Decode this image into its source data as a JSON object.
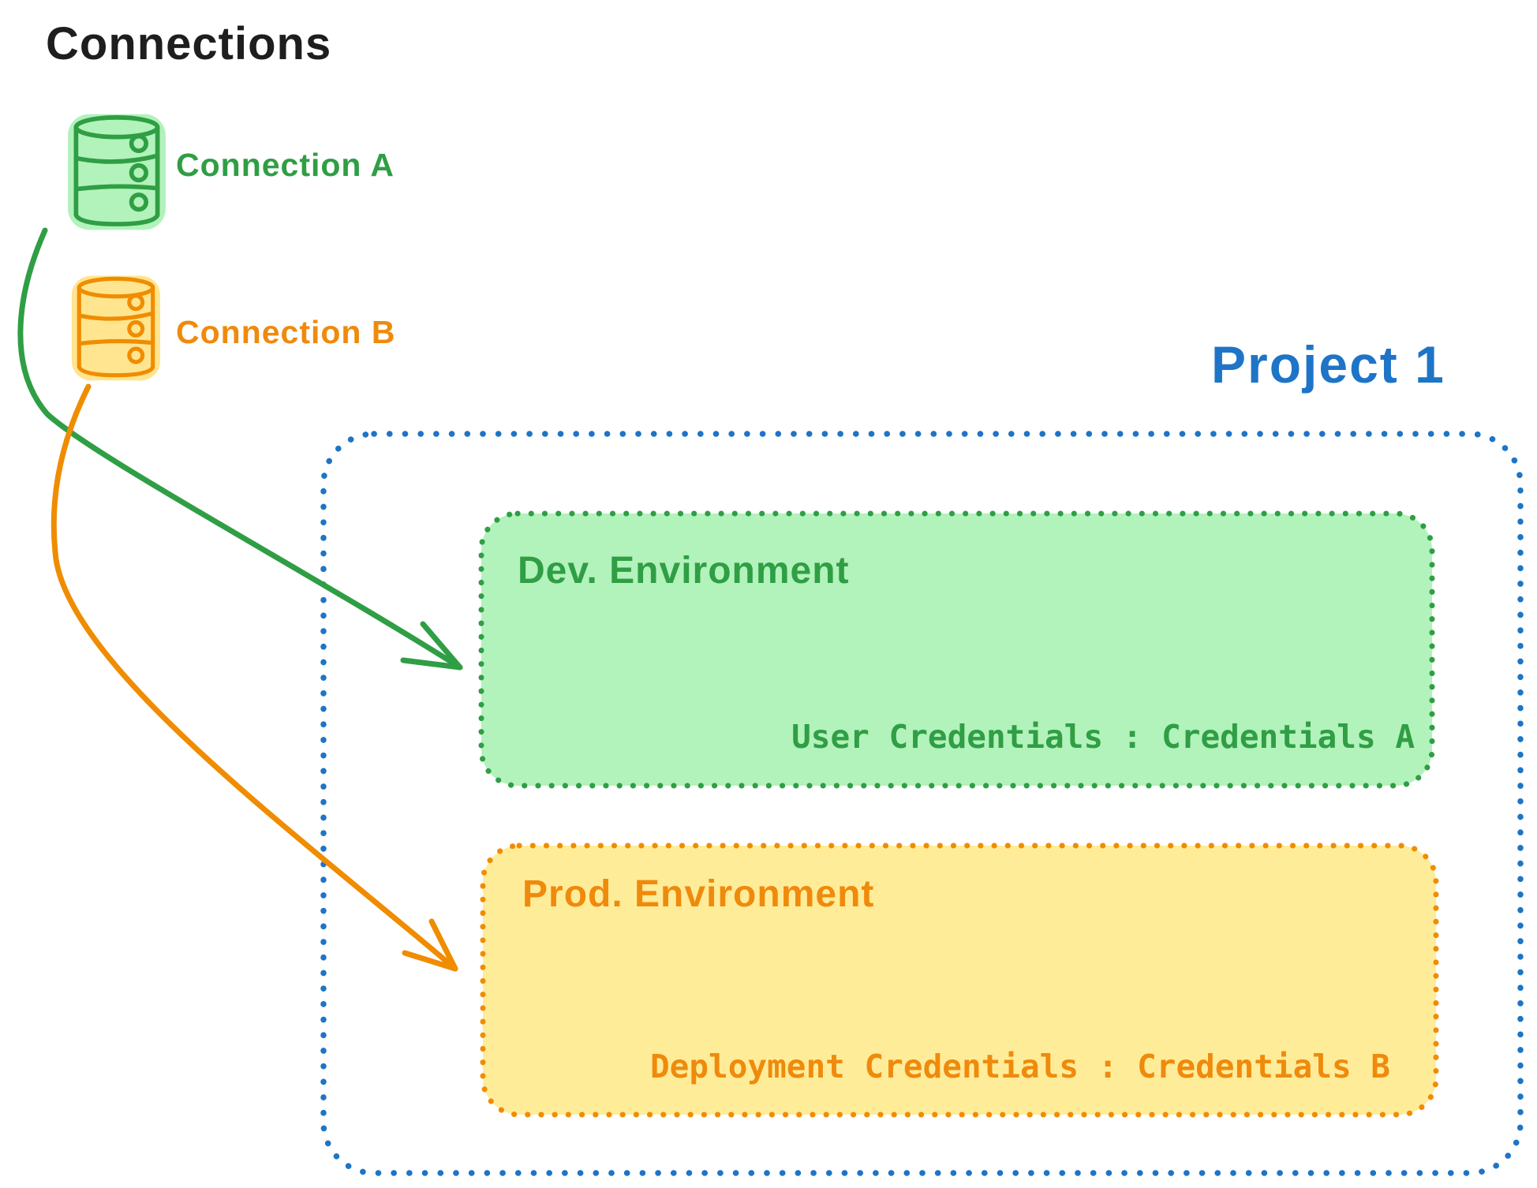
{
  "palette": {
    "black": "#1e1e1e",
    "green": "#2f9e44",
    "green_fill": "#b2f2bb",
    "orange": "#f08c00",
    "orange_fill": "#ffec99",
    "blue": "#1e74c6",
    "canvas": "#ffffff"
  },
  "connections_panel": {
    "title": "Connections",
    "items": [
      {
        "label": "Connection A",
        "color": "#2f9e44",
        "icon": "database-icon"
      },
      {
        "label": "Connection B",
        "color": "#f08c00",
        "icon": "database-icon"
      }
    ]
  },
  "project": {
    "title": "Project 1",
    "border_color": "#1e74c6",
    "environments": [
      {
        "title": "Dev. Environment",
        "credentials": "User Credentials : Credentials A",
        "accent": "#2f9e44",
        "fill": "#b2f2bb",
        "linked_connection": "Connection A"
      },
      {
        "title": "Prod. Environment",
        "credentials": "Deployment Credentials : Credentials B",
        "accent": "#f08c00",
        "fill": "#ffec99",
        "linked_connection": "Connection B"
      }
    ]
  }
}
